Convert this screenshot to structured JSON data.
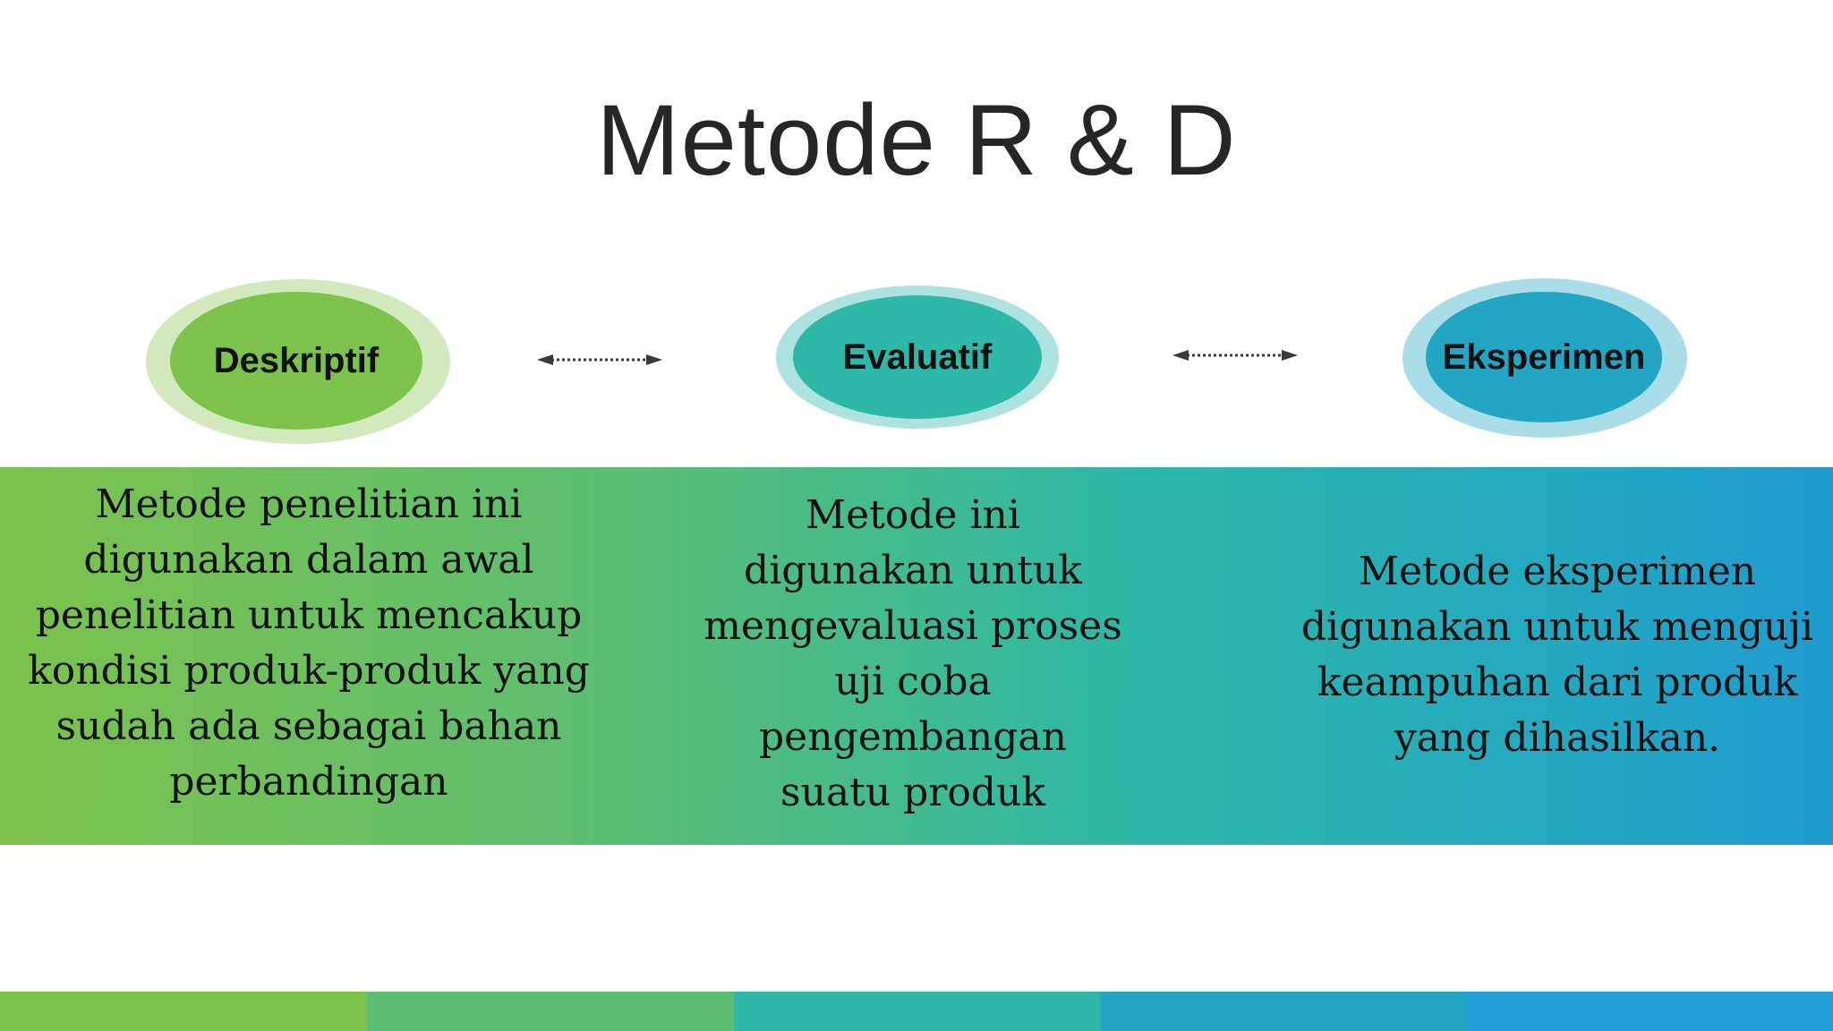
{
  "title": "Metode R & D",
  "methods": [
    {
      "name": "Deskriptif",
      "description": "Metode penelitian ini\ndigunakan dalam awal\npenelitian untuk mencakup\nkondisi produk-produk yang\nsudah ada sebagai bahan\nperbandingan",
      "outer_color": "#d2e9bd",
      "inner_color": "#7dc24b"
    },
    {
      "name": "Evaluatif",
      "description": "Metode ini\ndigunakan untuk\nmengevaluasi proses\nuji coba\npengembangan\nsuatu produk",
      "outer_color": "#ade2de",
      "inner_color": "#2db8a8"
    },
    {
      "name": "Eksperimen",
      "description": "Metode eksperimen\ndigunakan untuk menguji\nkeampuhan dari produk\nyang dihasilkan.",
      "outer_color": "#a9dde8",
      "inner_color": "#22a6c4"
    }
  ],
  "connectors": [
    {
      "icon": "double-arrow-icon"
    },
    {
      "icon": "double-arrow-icon"
    }
  ],
  "colors": {
    "title": "#262626",
    "band_start": "#7dc24b",
    "band_end": "#1f9bcf",
    "footer": [
      "#7dc24b",
      "#5dbe72",
      "#2db8a8",
      "#22a6c4",
      "#229fd8"
    ]
  }
}
